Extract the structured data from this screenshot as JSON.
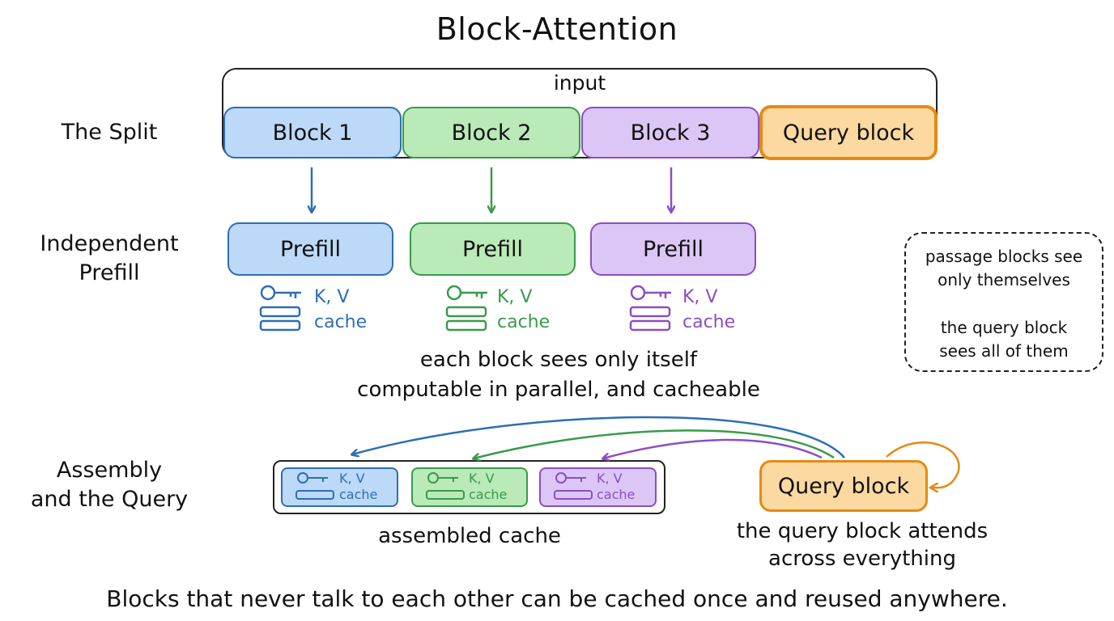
{
  "title": "Block-Attention",
  "rows": {
    "split": "The Split",
    "prefill": [
      "Independent",
      "Prefill"
    ],
    "assembly": [
      "Assembly",
      "and the Query"
    ]
  },
  "input_label": "input",
  "blocks": [
    "Block 1",
    "Block 2",
    "Block 3",
    "Query block"
  ],
  "prefill_label": "Prefill",
  "kv_label": "K, V",
  "cache_label": "cache",
  "prefill_caption": [
    "each block sees only itself",
    "computable in parallel, and cacheable"
  ],
  "note": {
    "line1": [
      "passage blocks see",
      "only themselves"
    ],
    "line2": [
      "the query block",
      "sees all of them"
    ]
  },
  "assembled_caption": "assembled cache",
  "query_block_label": "Query block",
  "query_caption": [
    "the query block attends",
    "across everything"
  ],
  "footer": "Blocks that never talk to each other can be cached once and reused anywhere.",
  "icons": [
    "key-icon",
    "database-stack-icon",
    "down-arrow-icon",
    "curved-arrow-icon",
    "self-loop-arrow-icon"
  ],
  "colors": {
    "block1": "#2d6fb3",
    "block2": "#3a9a4c",
    "block3": "#8a4fc2",
    "query": "#e58a14",
    "block1_fill": "#bcd9f7",
    "block2_fill": "#b9eab8",
    "block3_fill": "#dcc6f5",
    "query_fill": "#fcd9a1"
  }
}
